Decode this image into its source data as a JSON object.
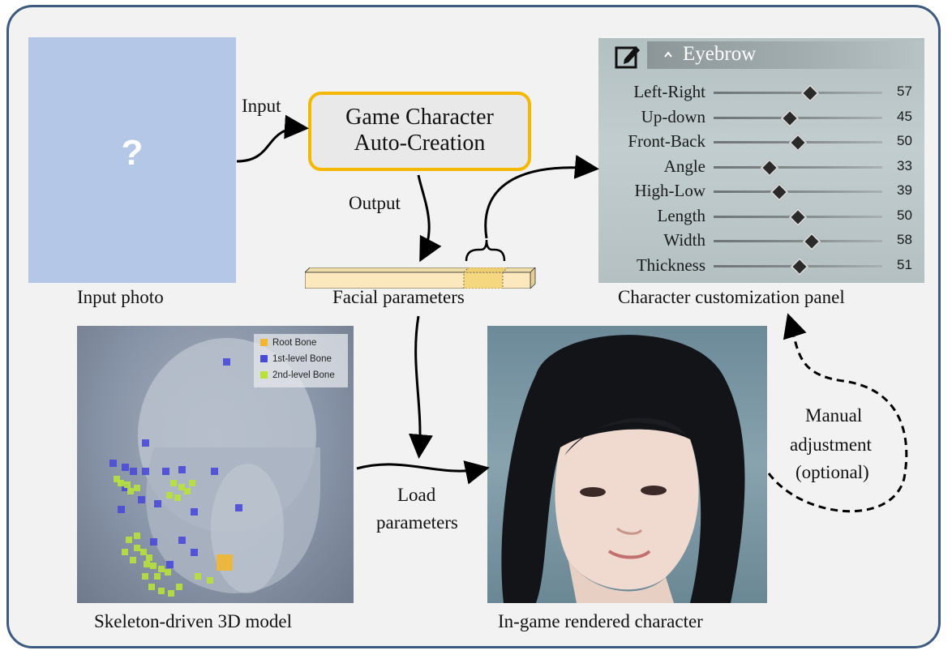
{
  "captions": {
    "input_photo": "Input photo",
    "facial_parameters": "Facial parameters",
    "panel": "Character customization panel",
    "skeleton": "Skeleton-driven 3D model",
    "rendered": "In-game rendered character"
  },
  "input_photo": {
    "placeholder": "?",
    "color": "#b4c7e7"
  },
  "labels": {
    "input": "Input",
    "output": "Output",
    "load_1": "Load",
    "load_2": "parameters",
    "manual_1": "Manual",
    "manual_2": "adjustment",
    "manual_3": "(optional)"
  },
  "process_box": {
    "line1": "Game Character",
    "line2": "Auto-Creation",
    "border_color": "#f5b800"
  },
  "panel": {
    "icon": "edit-icon",
    "expand_icon": "chevron-up-icon",
    "title": "Eyebrow",
    "rows": [
      {
        "label": "Left-Right",
        "value": "57",
        "level": 0.57
      },
      {
        "label": "Up-down",
        "value": "45",
        "level": 0.45
      },
      {
        "label": "Front-Back",
        "value": "50",
        "level": 0.5
      },
      {
        "label": "Angle",
        "value": "33",
        "level": 0.33
      },
      {
        "label": "High-Low",
        "value": "39",
        "level": 0.39
      },
      {
        "label": "Length",
        "value": "50",
        "level": 0.5
      },
      {
        "label": "Width",
        "value": "58",
        "level": 0.58
      },
      {
        "label": "Thickness",
        "value": "51",
        "level": 0.51
      }
    ]
  },
  "legend": {
    "items": [
      {
        "label": "Root Bone",
        "color": "#f2b630"
      },
      {
        "label": "1st-level Bone",
        "color": "#4a4ad8"
      },
      {
        "label": "2nd-level Bone",
        "color": "#b8e23a"
      }
    ]
  },
  "colors": {
    "frame": "#3d5a80",
    "background": "#f2f2f2",
    "parameter_bar": "#fbe9bd",
    "highlight_segment": "#f5d77f"
  }
}
